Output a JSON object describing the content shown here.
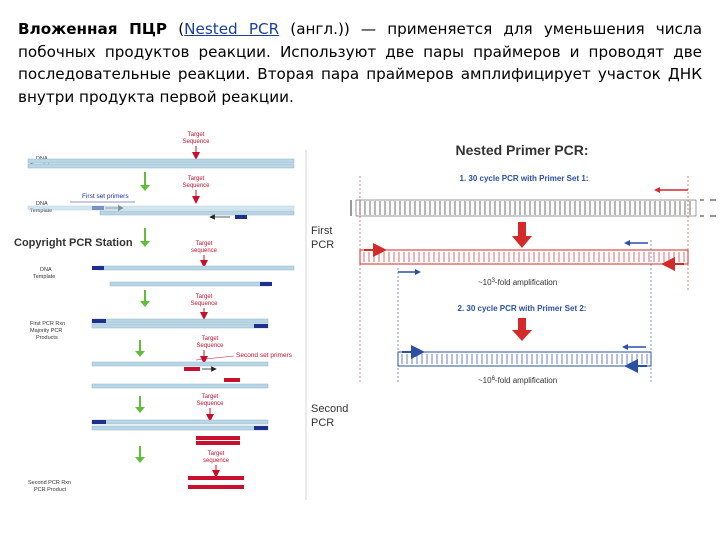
{
  "paragraph": {
    "term": "Вложенная ПЦР",
    "open_paren": "(",
    "link_text": "Nested PCR",
    "after_link": " (англ.)) — применяется для уменьшения числа побочных продуктов реакции. Используют две пары праймеров и проводят две последовательные реакции. Вторая пара праймеров амплифицирует участок ДНК внутри продукта первой реакции."
  },
  "left_diagram": {
    "target_label_1": "Target",
    "target_label_2": "Sequence",
    "target_label_2_alt": "sequence",
    "dna_template_1": "DNA",
    "dna_template_2": "Template",
    "first_set_primers": "First set primers",
    "copyright": "Copyright PCR Station",
    "first_pcr_1": "First PCR Rxn",
    "first_pcr_2": "Majority PCR",
    "first_pcr_3": "Products",
    "second_set_primers": "Second set primers",
    "second_pcr_1": "Second PCR Rxn",
    "second_pcr_2": "PCR Product",
    "colors": {
      "blue": "#1f2f8c",
      "red": "#c8102e",
      "strand": "#b9d6e6",
      "arrow": "#5fbf3a"
    }
  },
  "right_diagram": {
    "title": "Nested Primer PCR:",
    "step1": "1. 30 cycle PCR with Primer Set 1:",
    "first_1": "First",
    "first_2": "PCR",
    "fold1_prefix": "~10",
    "fold1_exp": "3",
    "fold1_suffix": "-fold amplification",
    "step2": "2. 30 cycle PCR with Primer Set 2:",
    "fold2_prefix": "~10",
    "fold2_exp": "6",
    "fold2_suffix": "-fold amplification",
    "second_1": "Second",
    "second_2": "PCR",
    "colors": {
      "blue": "#2a4fa3",
      "red": "#d42a2a"
    }
  }
}
